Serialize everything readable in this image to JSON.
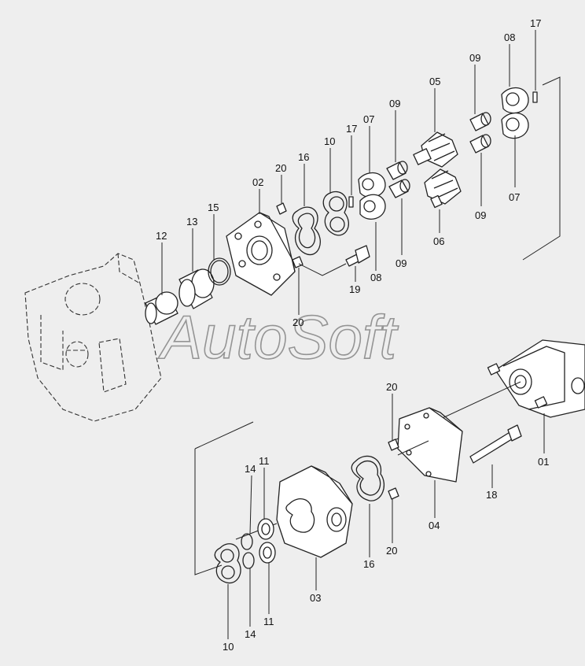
{
  "watermark": "AutoSoft",
  "part_numbers": {
    "p17a": "17",
    "p08a": "08",
    "p09a": "09",
    "p05": "05",
    "p09b": "09",
    "p07a": "07",
    "p17b": "17",
    "p10a": "10",
    "p16a": "16",
    "p20a": "20",
    "p02": "02",
    "p15": "15",
    "p13": "13",
    "p12": "12",
    "p07b": "07",
    "p09c": "09",
    "p06": "06",
    "p09d": "09",
    "p08b": "08",
    "p19": "19",
    "p20b": "20",
    "p20c": "20",
    "p01": "01",
    "p18": "18",
    "p04": "04",
    "p20d": "20",
    "p16b": "16",
    "p03": "03",
    "p11a": "11",
    "p14a": "14",
    "p14b": "14",
    "p11b": "11",
    "p10b": "10"
  }
}
